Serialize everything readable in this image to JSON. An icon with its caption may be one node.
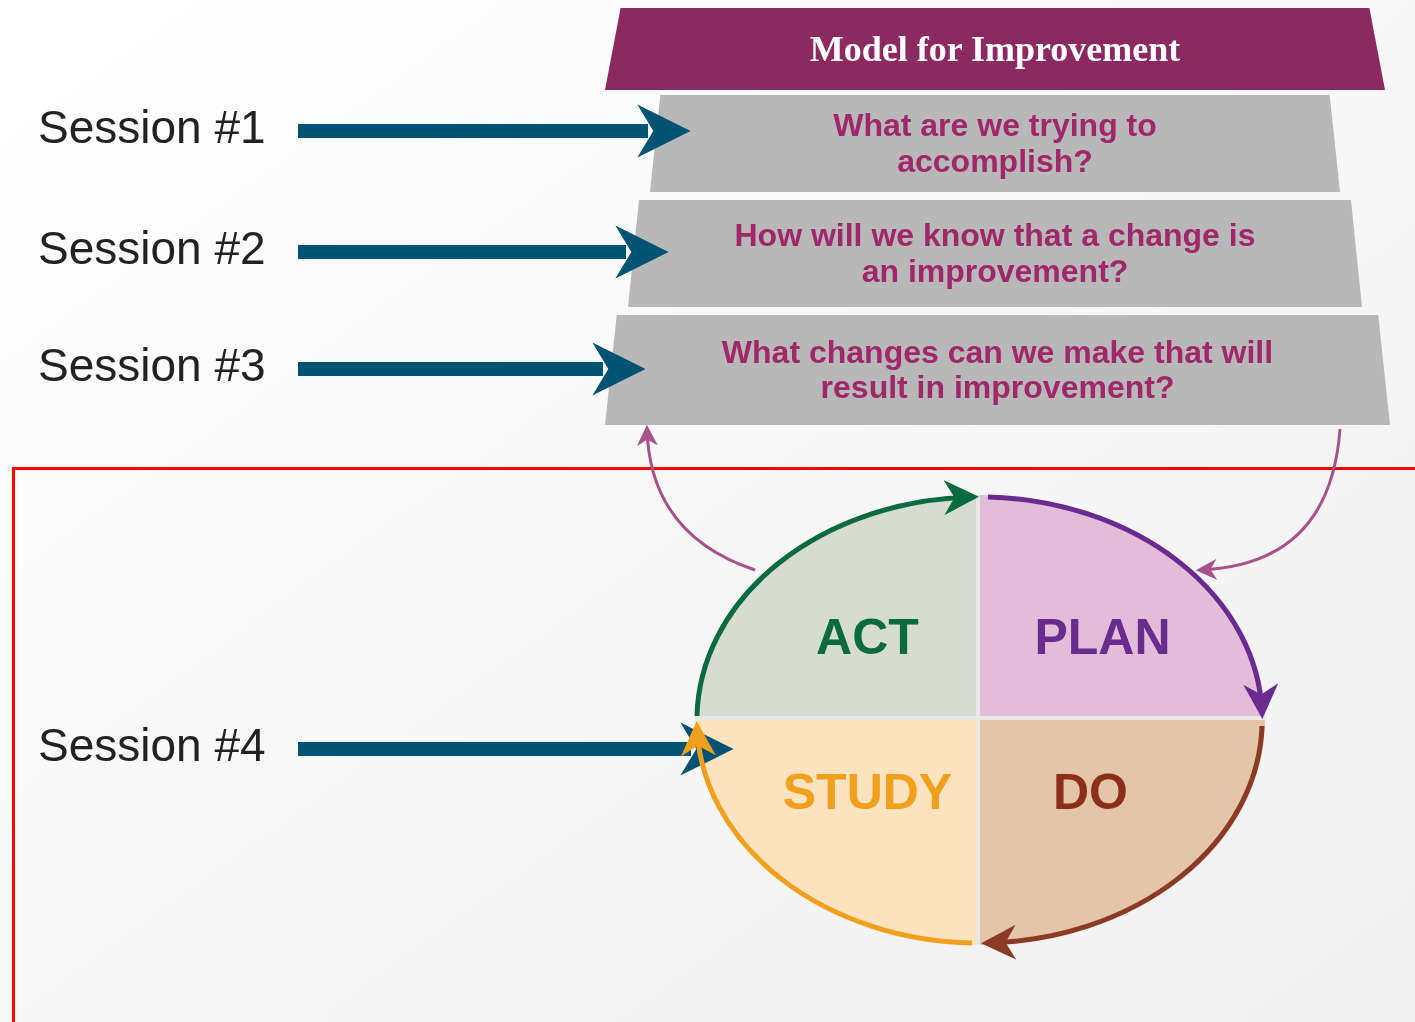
{
  "diagram": {
    "nodes": [
      {
        "text": [
          "Session #1"
        ]
      },
      {
        "text": [
          "Session #2"
        ]
      },
      {
        "text": [
          "Session #3"
        ]
      },
      {
        "text": [
          "Session #4"
        ]
      },
      {
        "text": [
          "Model for Improvement"
        ]
      },
      {
        "text": [
          "What are we trying to accomplish?"
        ]
      },
      {
        "text": [
          "How will we know that a change is an improvement?"
        ]
      },
      {
        "text": [
          "What changes can we make that will result in improvement?"
        ]
      },
      {
        "text": [],
        "shape": "circle"
      },
      {
        "text": [
          "ACT"
        ],
        "in": 8
      },
      {
        "text": [
          "PLAN"
        ],
        "in": 8
      },
      {
        "text": [
          "STUDY"
        ],
        "in": 8
      },
      {
        "text": [
          "DO"
        ],
        "in": 8
      }
    ],
    "edges": [
      {
        "from": 0,
        "to": 5,
        "arrow": "to",
        "style": "thick"
      },
      {
        "from": 1,
        "to": 6,
        "arrow": "to",
        "style": "thick"
      },
      {
        "from": 2,
        "to": 7,
        "arrow": "to",
        "style": "thick"
      },
      {
        "from": 3,
        "to": 8,
        "arrow": "to",
        "style": "thick"
      },
      {
        "from": 9,
        "to": 7,
        "arrow": "to",
        "color": "#a8528a"
      },
      {
        "from": 7,
        "to": 10,
        "arrow": "to",
        "color": "#a8528a"
      },
      {
        "from": 9,
        "to": 10,
        "arrow": "to",
        "color": "#0b6a3e"
      },
      {
        "from": 10,
        "to": 12,
        "arrow": "to",
        "color": "#6a2b8e"
      },
      {
        "from": 12,
        "to": 11,
        "arrow": "to",
        "color": "#8b3a26"
      },
      {
        "from": 11,
        "to": 9,
        "arrow": "to",
        "color": "#f0a01c"
      }
    ]
  }
}
